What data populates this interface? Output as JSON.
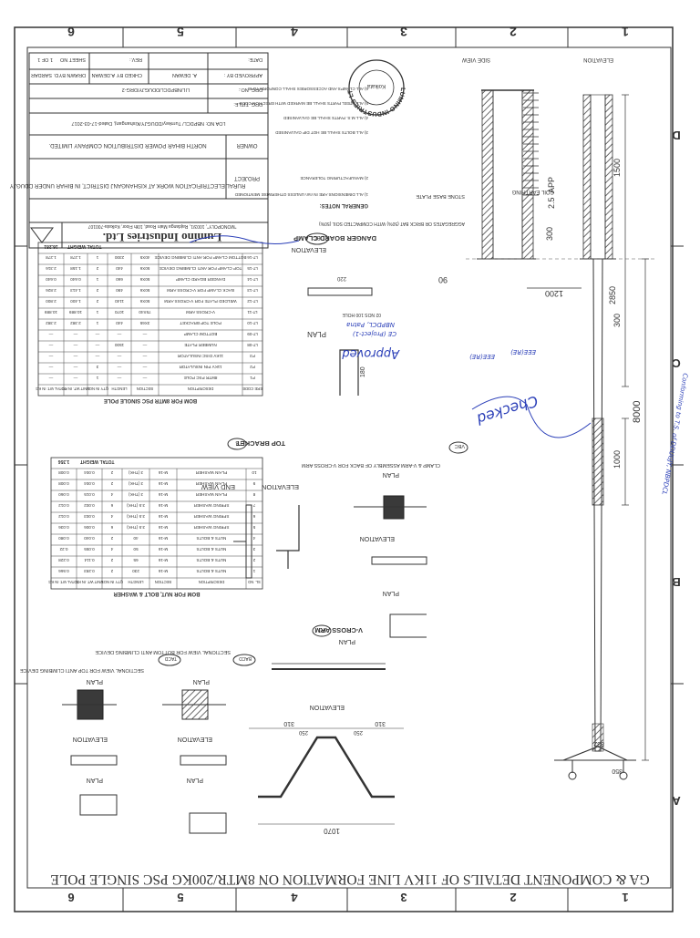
{
  "sheet": {
    "title": "GA & COMPONENT DETAILS OF 11KV LINE FORMATION ON 8MTR/200KG PSC SINGLE POLE",
    "column_markers_top": [
      "6",
      "5",
      "4",
      "3",
      "2",
      "1"
    ],
    "column_markers_bottom": [
      "6",
      "5",
      "4",
      "3",
      "2",
      "1"
    ],
    "row_markers": [
      "D",
      "C",
      "B",
      "A"
    ]
  },
  "title_block": {
    "company": "Lumino Industries Ltd.",
    "company_address": "\"MONOPOLY\", 1003/1, Rajdanga Main Road, 10th Floor, Kolkata-700107",
    "project_label": "PROJECT",
    "project_text": "RURAL ELECTRIFICATION WORK AT KISHANGANJ DISTRICT, IN BIHAR UNDER DDUGJY",
    "owner_label": "OWNER",
    "owner_text": "NORTH BIHAR POWER DISTRIBUTION COMPANY LIMITED.",
    "loa_text": "LOA NO: NBPDCL/ Turnkey/DDUGJY/Kishanganj, Dated-17-03-2017",
    "drg_title_label": "DRG. TITLE:",
    "drg_no_label": "DRG. NO.:",
    "drg_no": "LIL/NBPDCL/DDUGJY/DRG-2",
    "rev_label": "REV.:",
    "date_label": "DATE:",
    "sheet_no_label": "SHEET NO",
    "sheet_no": "1 OF 1",
    "drawn_by_label": "DRAWN BY :",
    "drawn_by": "D. SARDAR",
    "checked_by_label": "CHKED BY :",
    "checked_by": "A.DEWAN",
    "approved_by_label": "APPROVED BY :",
    "approved_by": "A. DEWAN"
  },
  "general_notes": {
    "title": "GENERAL NOTES:",
    "lines": [
      "1) ALL DIMENSIONS ARE IN mm UNLESS OTHERWISE MENTIONED",
      "2) MANUFACTURING TOLERANCE",
      "3) ALL BOLTS SHALL BE HOT DIP GALVANISED",
      "4) ALL M.S. PARTS SHALL BE GALVANISED",
      "5) ALL STEEL PARTS SHALL BE MARKED WITH ERECTION CODE",
      "6) ALL CLAMPS AND ACCESSORIES SHALL CONFORM TO IS"
    ]
  },
  "bom_main": {
    "title": "BOM FOR 8MTR PSC SINGLE POLE",
    "headers": [
      "ERE CODE",
      "DESCRIPTION",
      "SECTION",
      "LENGTH",
      "QTY IN NOS",
      "UNIT WT. IN KG",
      "TOTAL WT. IN KG"
    ],
    "rows": [
      [
        "P1",
        "8MTR PSC POLE",
        "—",
        "—",
        "1",
        "—",
        "—"
      ],
      [
        "P2",
        "11KV PIN INSULATOR",
        "—",
        "—",
        "3",
        "—",
        "—"
      ],
      [
        "P3",
        "11KV DISC INSULATOR",
        "—",
        "—",
        "—",
        "—",
        "—"
      ],
      [
        "LT-08",
        "NUMBER PLATE",
        "—",
        "1500",
        "—",
        "—",
        "—"
      ],
      [
        "LT-09",
        "BOTTOM CLAMP",
        "—",
        "—",
        "—",
        "—",
        "—"
      ],
      [
        "LT-10",
        "POLE TOP BRACKET",
        "3X65",
        "440",
        "1",
        "2.382",
        "2.382"
      ],
      [
        "LT-11",
        "V-CROSS ARM",
        "75X40",
        "1070",
        "1",
        "10.889",
        "10.889"
      ],
      [
        "LT-12",
        "WELDED PLATE FOR V-CROSS ARM",
        "50X6",
        "1140",
        "2",
        "1.400",
        "2.800"
      ],
      [
        "LT-13",
        "BACK CLAMP FOR V-CROSS ARM",
        "50X6",
        "490",
        "2",
        "1.413",
        "2.826"
      ],
      [
        "LT-14",
        "DANGER BOARD CLAMP",
        "50X6",
        "660",
        "1",
        "0.640",
        "0.640"
      ],
      [
        "LT-15",
        "TOP CLAMP FOR ANTI CLIMBING DEVICE",
        "50X6",
        "440",
        "2",
        "1.158",
        "2.316"
      ],
      [
        "LT-16",
        "BOTTOM CLAMP FOR ANTI CLIMBING DEVICE",
        "40X5",
        "2300",
        "1",
        "1.278",
        "1.278"
      ]
    ],
    "total_label": "TOTAL WEIGHT",
    "total_value": "16.281"
  },
  "bom_bolts": {
    "title": "BOM FOR NUT, BOLT & WASHER",
    "headers": [
      "SL. NO",
      "DESCRIPTION",
      "SECTION",
      "LENGTH",
      "QTY IN NOS",
      "UNIT WT. IN KG",
      "TOTAL WT. IN KG"
    ],
    "rows": [
      [
        "1",
        "NUTS & BOLTS",
        "M-16",
        "230",
        "2",
        "0.283",
        "0.566"
      ],
      [
        "2",
        "NUTS & BOLTS",
        "M-16",
        "65",
        "2",
        "0.114",
        "0.228"
      ],
      [
        "3",
        "NUTS & BOLTS",
        "M-16",
        "50",
        "4",
        "0.055",
        "0.22"
      ],
      [
        "4",
        "NUTS & BOLTS",
        "M-16",
        "40",
        "2",
        "0.040",
        "0.080"
      ],
      [
        "5",
        "SPRING WASHER",
        "M-16",
        "3.5 (THK)",
        "6",
        "0.006",
        "0.036"
      ],
      [
        "6",
        "SPRING WASHER",
        "M-16",
        "3.5 (THK)",
        "4",
        "0.003",
        "0.012"
      ],
      [
        "7",
        "SPRING WASHER",
        "M-16",
        "3.5 (THK)",
        "6",
        "0.002",
        "0.012"
      ],
      [
        "8",
        "PLAIN WASHER",
        "M-16",
        "3 (THK)",
        "4",
        "0.015",
        "0.060"
      ],
      [
        "9",
        "PLAIN WASHER",
        "M-16",
        "3 (THK)",
        "2",
        "0.004",
        "0.008"
      ],
      [
        "10",
        "PLAIN WASHER",
        "M-16",
        "3 (THK)",
        "2",
        "0.004",
        "0.008"
      ]
    ],
    "total_label": "TOTAL WEIGHT",
    "total_value": "1.356"
  },
  "views": {
    "side_view": "SIDE VIEW",
    "elevation_main": "ELEVATION",
    "dbc_label": "DANGER BOARD CLAMP",
    "dbc_code": "DBC",
    "top_bracket_label": "TOP BRACKET",
    "top_bracket_code": "TB",
    "v_cross_arm_label": "V-CROSS ARM",
    "v_cross_arm_code": "VC",
    "back_clamp_label": "CLAMP & V-ARM ASSEMBLY OF BACK FOR V-CROSS ARM",
    "back_clamp_code": "VBC",
    "tacd_label": "SECTIONAL VIEW FOR TOP ANTI CLIMBING DEVICE",
    "tacd_code": "TACD",
    "bacd_label": "SECTIONAL VIEW FOR BOTTOM ANTI CLIMBING DEVICE",
    "bacd_code": "BACD",
    "plan": "PLAN",
    "elevation": "ELEVATION",
    "end_view": "END VIEW",
    "stone_base_plate": "STONE BASE PLATE",
    "aggregates_note": "AGGREGATES OR BRICK BAT (50%) WITH COMPACTED SOIL (50%)",
    "coil_earthing": "COIL EARTHING",
    "hole_note": "02 NOS 100 HOLE"
  },
  "dimensions": {
    "d8000": "8000",
    "d1500": "1500",
    "d2_5": "2.5",
    "app": "APP",
    "d300": "300",
    "d1200": "1200",
    "d2850": "2850",
    "d1000": "1000",
    "d1070": "1070",
    "d310a": "310",
    "d310b": "310",
    "d250a": "250",
    "d250b": "250",
    "d220": "220",
    "d180": "180",
    "d90": "90",
    "d832": "832",
    "d350": "350"
  },
  "stamps": {
    "seal_text": "LUMINO INDUSTRIES LTD.",
    "seal_city": "Kolkata",
    "approved": "Approved",
    "ce_project": "CE (Project-1)",
    "nbpdcl": "NBPDCL, Patna",
    "checked": "Checked",
    "eee_re": "EEE(RE)",
    "eeere": "EEE(RE)",
    "side_note": "Conforming to T.S. of DDUGJY, NBPDCL"
  }
}
